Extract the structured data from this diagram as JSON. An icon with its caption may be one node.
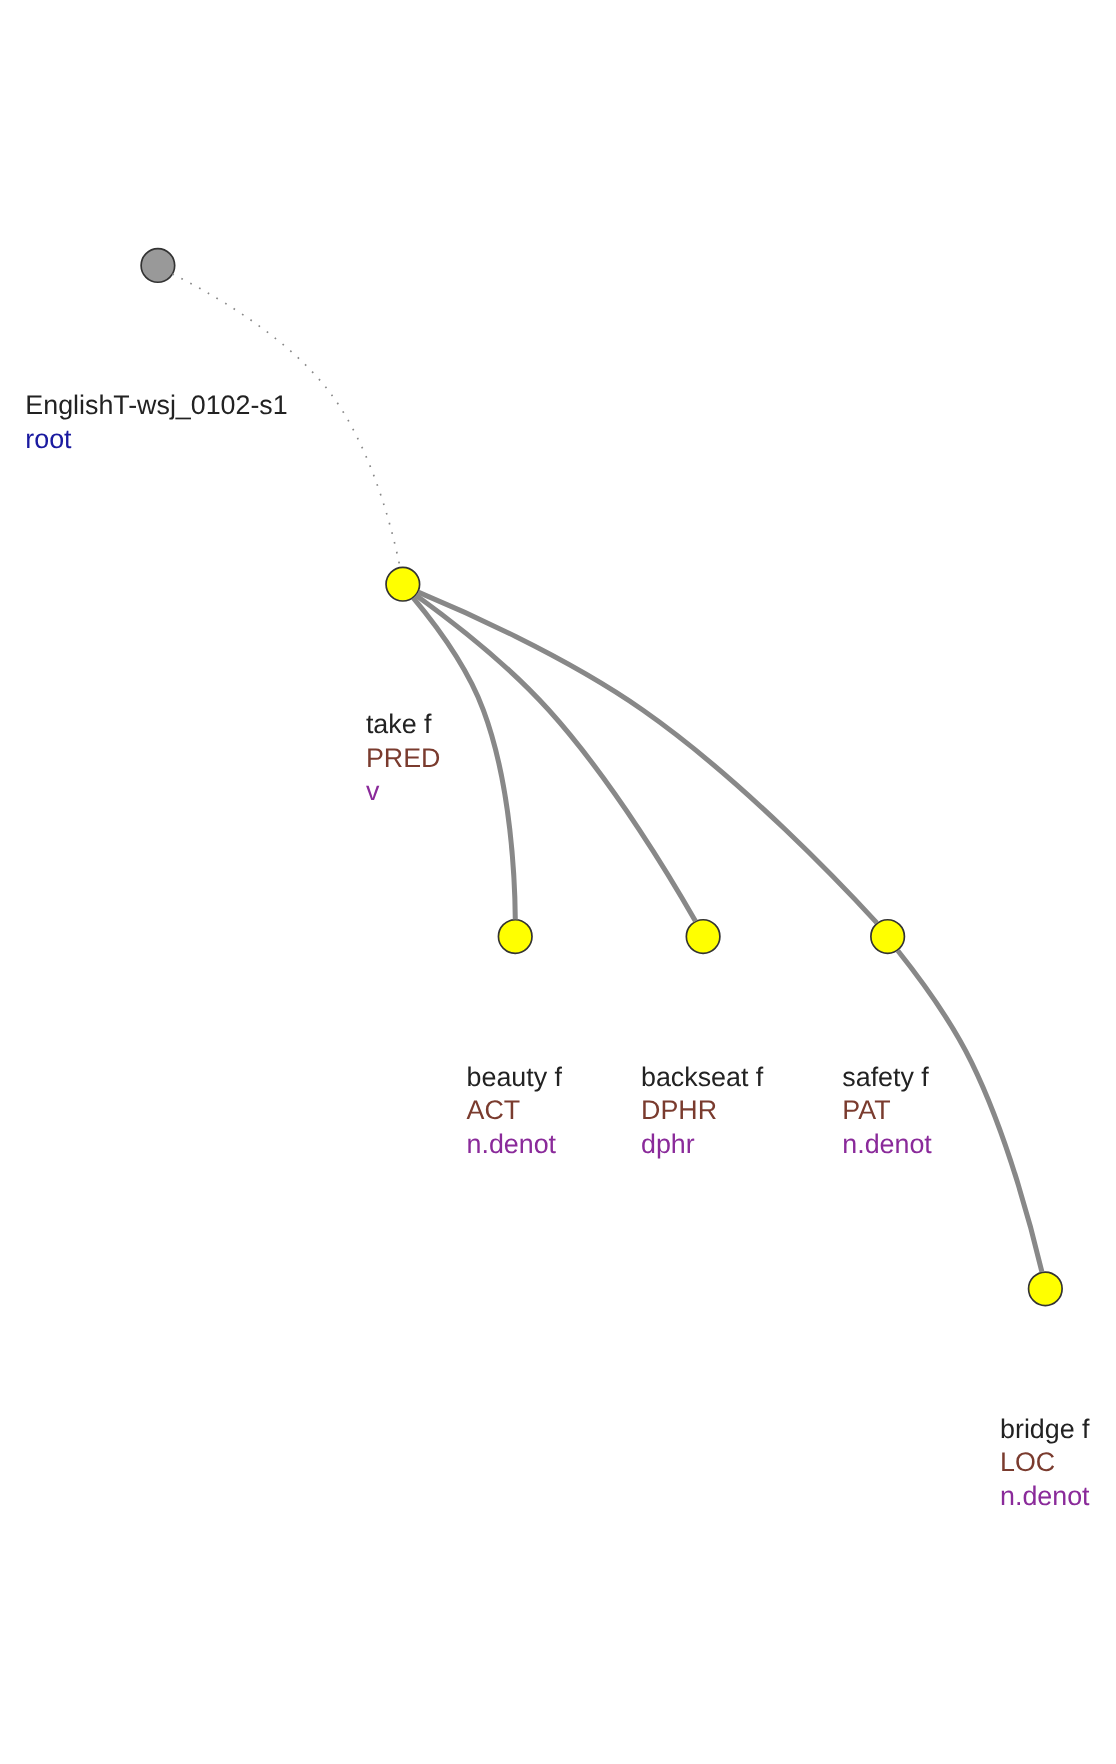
{
  "diagram": {
    "nodes": [
      {
        "text": [],
        "shape": "circle",
        "beside": [
          "EnglishT-wsj_0102-s1",
          "root"
        ]
      },
      {
        "text": [],
        "shape": "circle",
        "beside": [
          "take f",
          "PRED",
          "v"
        ]
      },
      {
        "text": [],
        "shape": "circle",
        "beside": [
          "beauty f",
          "ACT",
          "n.denot"
        ]
      },
      {
        "text": [],
        "shape": "circle",
        "beside": [
          "backseat f",
          "DPHR",
          "dphr"
        ]
      },
      {
        "text": [],
        "shape": "circle",
        "beside": [
          "safety f",
          "PAT",
          "n.denot"
        ]
      },
      {
        "text": [],
        "shape": "circle",
        "beside": [
          "bridge f",
          "LOC",
          "n.denot"
        ]
      }
    ],
    "edges": [
      {
        "from": 0,
        "to": 1,
        "arrow": "none",
        "style": "dashed"
      },
      {
        "from": 1,
        "to": 2,
        "arrow": "none"
      },
      {
        "from": 1,
        "to": 3,
        "arrow": "none"
      },
      {
        "from": 1,
        "to": 4,
        "arrow": "none"
      },
      {
        "from": 4,
        "to": 5,
        "arrow": "none"
      }
    ]
  }
}
